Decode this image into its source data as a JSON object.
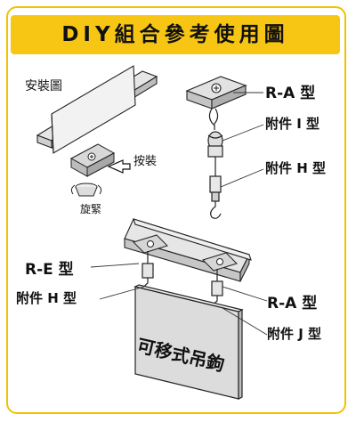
{
  "header": {
    "title": "DIY組合參考使用圖"
  },
  "install": {
    "title": "安裝圖",
    "push_label": "按裝",
    "twist_label": "旋緊"
  },
  "parts": {
    "ra_top": "R-A 型",
    "acc_i": "附件 I 型",
    "acc_h_top": "附件 H 型",
    "re": "R-E 型",
    "acc_h_bottom": "附件 H 型",
    "ra_bottom": "R-A 型",
    "acc_j": "附件 J 型"
  },
  "sign": {
    "text": "可移式吊鉤"
  },
  "colors": {
    "accent": "#f7c614",
    "border": "#f2c200",
    "metal": "#cfcfcf",
    "sign": "#dcdcdc"
  }
}
